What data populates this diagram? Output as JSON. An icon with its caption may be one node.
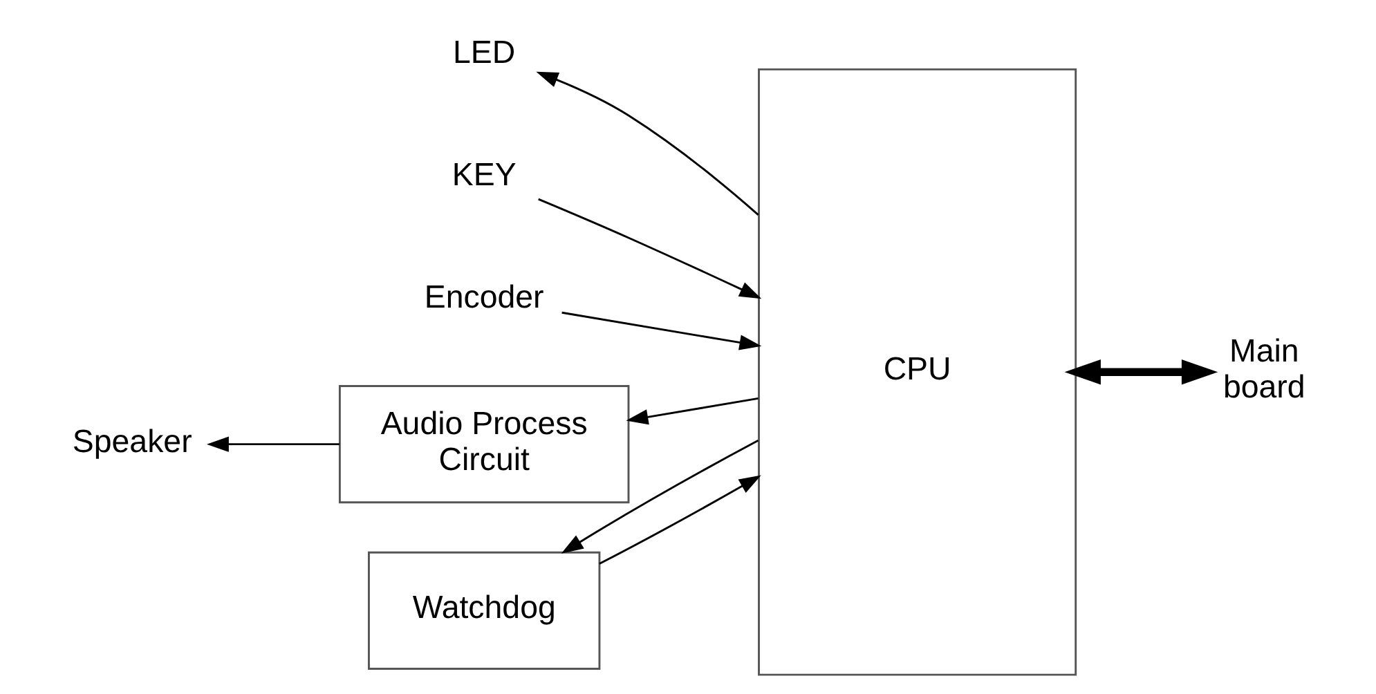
{
  "diagram": {
    "nodes": [
      {
        "text": [
          "LED"
        ]
      },
      {
        "text": [
          "KEY"
        ]
      },
      {
        "text": [
          "Encoder"
        ]
      },
      {
        "text": [
          "CPU"
        ]
      },
      {
        "text": [
          "Main board"
        ]
      },
      {
        "text": [
          "Speaker"
        ]
      },
      {
        "text": [
          "Audio Process Circuit"
        ]
      },
      {
        "text": [
          "Watchdog"
        ]
      }
    ],
    "edges": [
      {
        "from": 3,
        "to": 0,
        "arrow": "to"
      },
      {
        "from": 1,
        "to": 3,
        "arrow": "to"
      },
      {
        "from": 2,
        "to": 3,
        "arrow": "to"
      },
      {
        "from": 3,
        "to": 4,
        "arrow": "both",
        "style": "thick"
      },
      {
        "from": 6,
        "to": 5,
        "arrow": "to"
      },
      {
        "from": 3,
        "to": 6,
        "arrow": "to"
      },
      {
        "from": 7,
        "to": 3,
        "arrow": "to"
      },
      {
        "from": 3,
        "to": 7,
        "arrow": "to"
      }
    ]
  }
}
